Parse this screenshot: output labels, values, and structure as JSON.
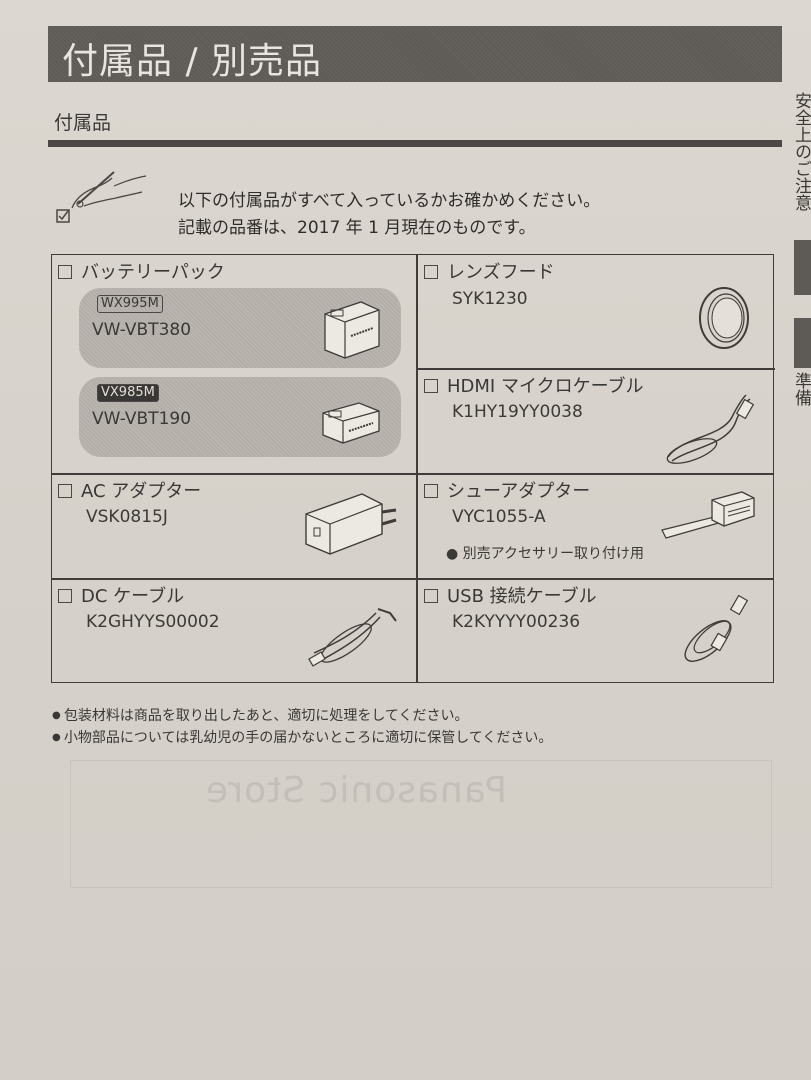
{
  "header": {
    "title": "付属品 / 別売品"
  },
  "section": {
    "title": "付属品"
  },
  "side_tabs": [
    {
      "label": "安全上のご注意"
    },
    {
      "label": "準備"
    }
  ],
  "intro": {
    "icon": "hand-pen-checkbox-icon",
    "lines": [
      "以下の付属品がすべて入っているかお確かめください。",
      "記載の品番は、2017 年 1 月現在のものです。"
    ]
  },
  "accessories": {
    "battery": {
      "label": "バッテリーパック",
      "checked": false,
      "variants": [
        {
          "model": "WX995M",
          "model_style": "outline",
          "code": "VW-VBT380",
          "icon": "large-battery-icon"
        },
        {
          "model": "VX985M",
          "model_style": "filled",
          "code": "VW-VBT190",
          "icon": "small-battery-icon"
        }
      ]
    },
    "lens_hood": {
      "label": "レンズフード",
      "code": "SYK1230",
      "checked": false,
      "icon": "lens-hood-icon"
    },
    "hdmi": {
      "label": "HDMI マイクロケーブル",
      "code": "K1HY19YY0038",
      "checked": false,
      "icon": "hdmi-cable-icon"
    },
    "ac_adapter": {
      "label": "AC アダプター",
      "code": "VSK0815J",
      "checked": false,
      "icon": "ac-adapter-icon"
    },
    "shoe_adapter": {
      "label": "シューアダプター",
      "code": "VYC1055-A",
      "note": "別売アクセサリー取り付け用",
      "checked": false,
      "icon": "shoe-adapter-icon"
    },
    "dc_cable": {
      "label": "DC ケーブル",
      "code": "K2GHYYS00002",
      "checked": false,
      "icon": "dc-cable-icon"
    },
    "usb_cable": {
      "label": "USB 接続ケーブル",
      "code": "K2KYYYY00236",
      "checked": false,
      "icon": "usb-cable-icon"
    }
  },
  "footnotes": [
    "包装材料は商品を取り出したあと、適切に処理をしてください。",
    "小物部品については乳幼児の手の届かないところに適切に保管してください。"
  ],
  "show_through": {
    "text": "Panasonic Store"
  },
  "colors": {
    "paper": "#d9d4cd",
    "bar": "#5e5a56",
    "ink": "#3a3836",
    "battery_box": "#b3aea8"
  }
}
